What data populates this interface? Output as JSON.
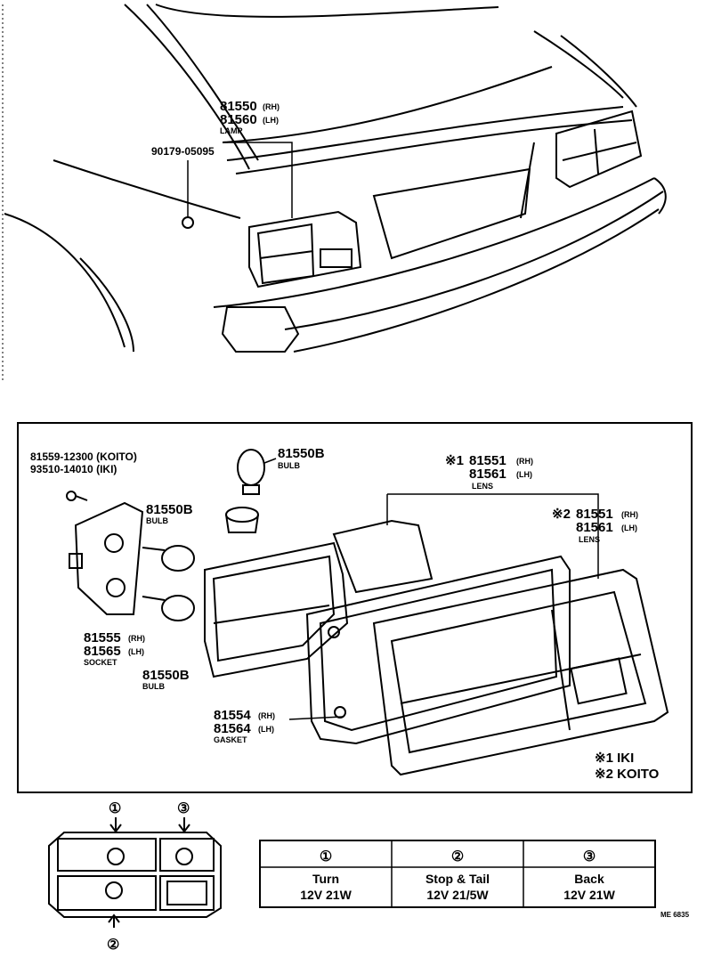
{
  "top_diagram": {
    "lamp_rh": "81550",
    "lamp_rh_side": "(RH)",
    "lamp_lh": "81560",
    "lamp_lh_side": "(LH)",
    "lamp_name": "LAMP",
    "screw_part": "90179-05095"
  },
  "exploded_diagram": {
    "screw_part_1": "81559-12300 (KOITO)",
    "screw_part_2": "93510-14010 (IKI)",
    "bulb_top_part": "81550B",
    "bulb_top_name": "BULB",
    "bulb_mid_part": "81550B",
    "bulb_mid_name": "BULB",
    "bulb_low_part": "81550B",
    "bulb_low_name": "BULB",
    "lens1_mark": "※1",
    "lens1_rh": "81551",
    "lens1_rh_side": "(RH)",
    "lens1_lh": "81561",
    "lens1_lh_side": "(LH)",
    "lens1_name": "LENS",
    "lens2_mark": "※2",
    "lens2_rh": "81551",
    "lens2_rh_side": "(RH)",
    "lens2_lh": "81561",
    "lens2_lh_side": "(LH)",
    "lens2_name": "LENS",
    "socket_rh": "81555",
    "socket_rh_side": "(RH)",
    "socket_lh": "81565",
    "socket_lh_side": "(LH)",
    "socket_name": "SOCKET",
    "gasket_rh": "81554",
    "gasket_rh_side": "(RH)",
    "gasket_lh": "81564",
    "gasket_lh_side": "(LH)",
    "gasket_name": "GASKET",
    "legend_1": "※1 IKI",
    "legend_2": "※2 KOITO"
  },
  "bulb_positions": {
    "callout_1": "①",
    "callout_2": "②",
    "callout_3": "③"
  },
  "bulb_table": {
    "columns": [
      {
        "num": "①",
        "name": "Turn",
        "spec": "12V 21W"
      },
      {
        "num": "②",
        "name": "Stop & Tail",
        "spec": "12V 21/5W"
      },
      {
        "num": "③",
        "name": "Back",
        "spec": "12V 21W"
      }
    ]
  },
  "figure_code": "ME 6835"
}
